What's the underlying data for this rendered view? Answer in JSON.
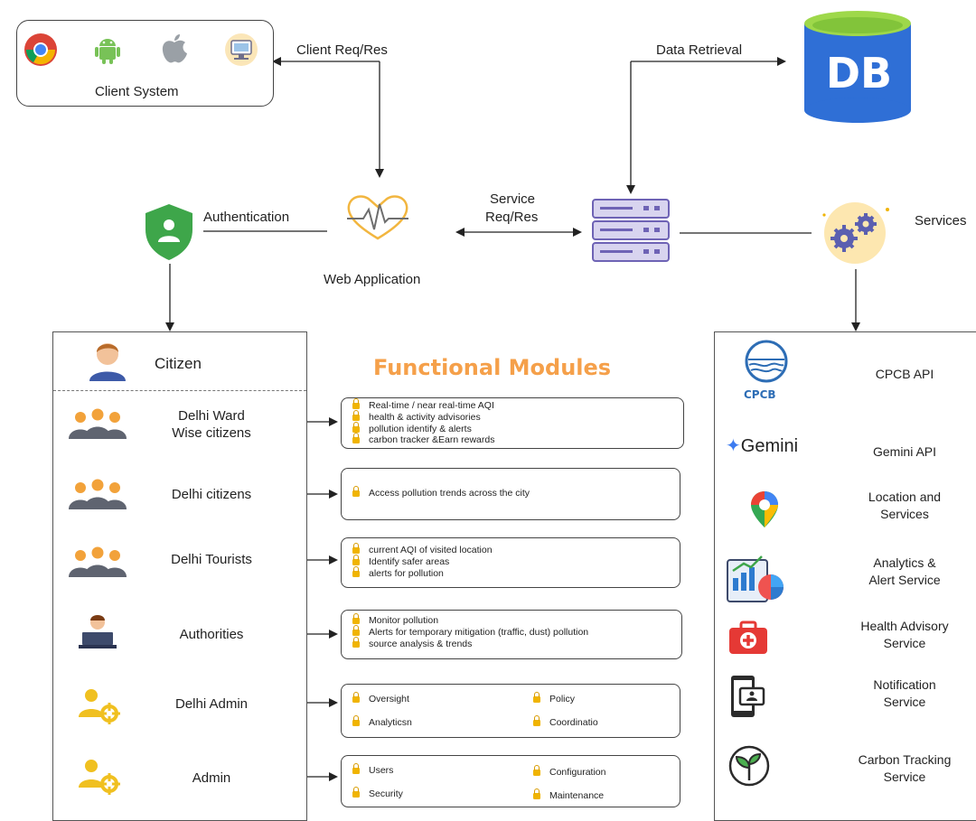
{
  "client": {
    "label": "Client System",
    "icons": [
      "chrome-icon",
      "android-icon",
      "apple-icon",
      "kiosk-icon"
    ]
  },
  "flows": {
    "client_req_res": "Client Req/Res",
    "data_retrieval": "Data Retrieval",
    "service_req": "Service",
    "service_res": "Req/Res",
    "authentication": "Authentication",
    "services": "Services"
  },
  "db": {
    "label": "DB",
    "color": "#2f6fd6",
    "cap_color": "#9ed84a"
  },
  "web_app": {
    "label": "Web Application"
  },
  "citizen_panel": {
    "title": "Citizen",
    "roles": [
      {
        "line1": "Delhi Ward",
        "line2": "Wise citizens"
      },
      {
        "line1": "Delhi citizens"
      },
      {
        "line1": "Delhi Tourists"
      },
      {
        "line1": "Authorities"
      },
      {
        "line1": "Delhi Admin"
      },
      {
        "line1": "Admin"
      }
    ]
  },
  "functional_modules": {
    "title": "Functional Modules",
    "title_color": "#f5a04a",
    "modules": [
      {
        "items": [
          "Real-time / near real-time AQI",
          "health & activity advisories",
          "pollution identify & alerts",
          "carbon tracker &Earn rewards"
        ]
      },
      {
        "items": [
          "Access pollution trends across the city"
        ]
      },
      {
        "items": [
          "current AQI of visited location",
          "Identify safer areas",
          "alerts for pollution"
        ]
      },
      {
        "items": [
          "Monitor pollution",
          "Alerts for temporary mitigation (traffic, dust) pollution",
          "source analysis & trends"
        ]
      },
      {
        "items": [
          "Oversight",
          "Policy",
          "Analyticsn",
          "Coordinatio"
        ]
      },
      {
        "items": [
          "Users",
          "Configuration",
          "Security",
          "Maintenance"
        ]
      }
    ]
  },
  "services_panel": {
    "items": [
      {
        "name": "CPCB API",
        "logo_text": "CPCB"
      },
      {
        "name": "Gemini API",
        "logo_text": "Gemini"
      },
      {
        "line1": "Location and",
        "line2": "Services"
      },
      {
        "line1": "Analytics &",
        "line2": "Alert Service"
      },
      {
        "line1": "Health Advisory",
        "line2": "Service"
      },
      {
        "line1": "Notification",
        "line2": "Service"
      },
      {
        "line1": "Carbon Tracking",
        "line2": "Service"
      }
    ]
  }
}
